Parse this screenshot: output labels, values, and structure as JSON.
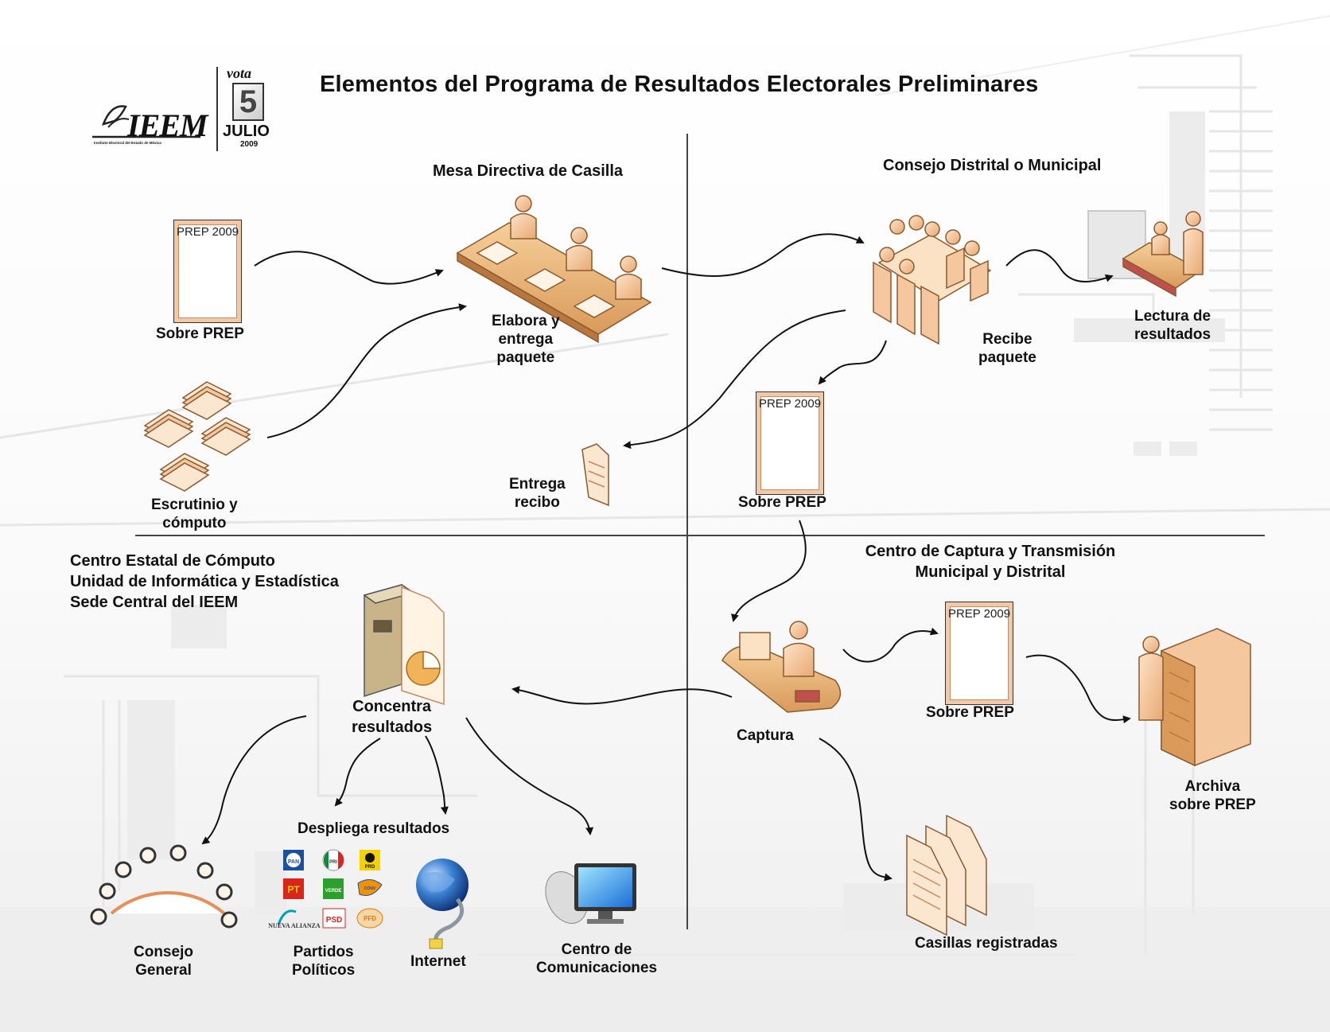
{
  "title": "Elementos del Programa de Resultados Electorales Preliminares",
  "logo": {
    "org": "IEEM",
    "org_full": "Instituto Electoral del Estado de México",
    "vota": "vota",
    "day": "5",
    "month": "JULIO",
    "year": "2009"
  },
  "sections": {
    "mesa": "Mesa Directiva de Casilla",
    "consejo": "Consejo Distrital o Municipal",
    "centro_captura": [
      "Centro de Captura y Transmisión",
      "Municipal y Distrital"
    ],
    "centro_estatal": [
      "Centro Estatal de Cómputo",
      "Unidad de Informática y Estadística",
      "Sede Central del IEEM"
    ]
  },
  "envelope_label": "PREP 2009",
  "labels": {
    "sobre_prep": "Sobre PREP",
    "escrutinio": [
      "Escrutinio y",
      "cómputo"
    ],
    "elabora": [
      "Elabora y",
      "entrega",
      "paquete"
    ],
    "entrega_recibo": [
      "Entrega",
      "recibo"
    ],
    "recibe": [
      "Recibe",
      "paquete"
    ],
    "lectura": [
      "Lectura de",
      "resultados"
    ],
    "captura": "Captura",
    "archiva": [
      "Archiva",
      "sobre PREP"
    ],
    "casillas": "Casillas registradas",
    "concentra": [
      "Concentra",
      "resultados"
    ],
    "despliega": "Despliega resultados",
    "consejo_general": [
      "Consejo",
      "General"
    ],
    "partidos": [
      "Partidos",
      "Políticos"
    ],
    "internet": "Internet",
    "centro_com": [
      "Centro de",
      "Comunicaciones"
    ]
  },
  "parties": [
    "PAN",
    "PRI",
    "PRD",
    "PT",
    "VERDE",
    "CONV",
    "NUEVA ALIANZA",
    "PSD",
    "PFD"
  ],
  "colors": {
    "accent": "#f4c79e",
    "outline": "#8a5a30",
    "line": "#333333"
  }
}
